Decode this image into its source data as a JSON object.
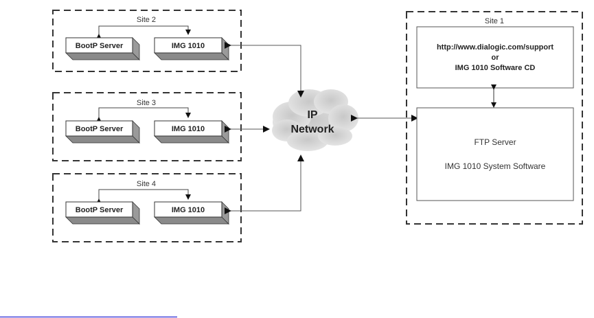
{
  "diagram": {
    "sites": [
      {
        "id": "site-2",
        "label": "Site 2",
        "bootp_label": "BootP Server",
        "img_label": "IMG 1010"
      },
      {
        "id": "site-3",
        "label": "Site 3",
        "bootp_label": "BootP Server",
        "img_label": "IMG 1010"
      },
      {
        "id": "site-4",
        "label": "Site 4",
        "bootp_label": "BootP Server",
        "img_label": "IMG 1010"
      }
    ],
    "network": {
      "line1": "IP",
      "line2": "Network"
    },
    "site1": {
      "label": "Site 1",
      "source_line1": "http://www.dialogic.com/support",
      "source_line2": "or",
      "source_line3": "IMG 1010 Software CD",
      "ftp_line1": "FTP Server",
      "ftp_line2": "IMG 1010 System Software"
    }
  },
  "colors": {
    "line": "#444444",
    "box_shadow": "#8a8a8a",
    "cloud": "#d8d8d8",
    "footer_line": "#0000cc"
  }
}
